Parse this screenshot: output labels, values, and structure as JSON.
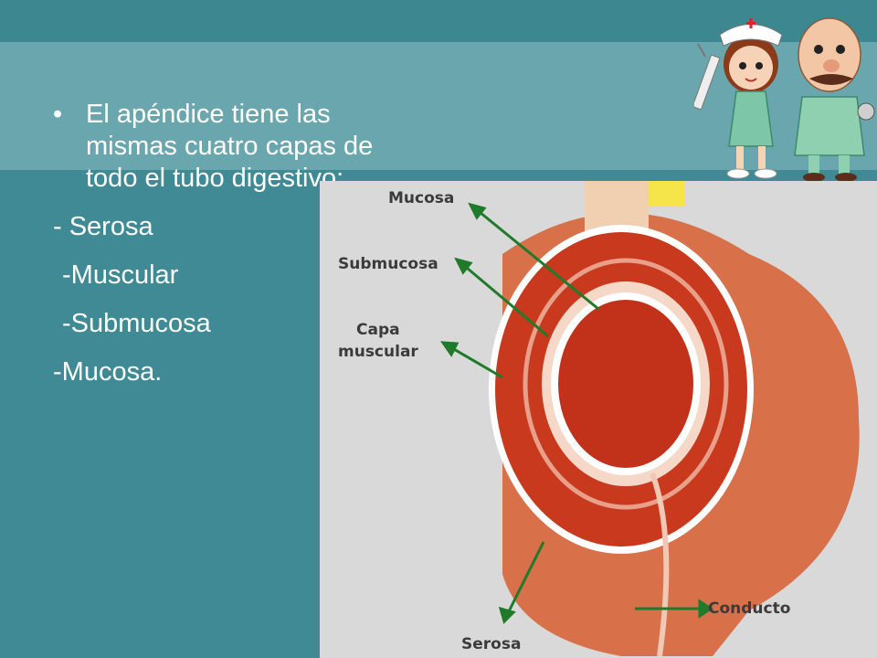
{
  "slide": {
    "bullet": "El apéndice tiene las mismas cuatro capas de todo el tubo digestivo:",
    "layers": [
      "- Serosa",
      "-Muscular",
      "-Submucosa",
      "-Mucosa."
    ]
  },
  "diagram": {
    "labels": {
      "mucosa": "Mucosa",
      "submucosa": "Submucosa",
      "capa_line1": "Capa",
      "capa_line2": "muscular",
      "conducto": "Conducto",
      "serosa": "Serosa"
    }
  },
  "colors": {
    "background": "#3f8a94",
    "band": "#6aa6ad",
    "arrow": "#1f7a2a",
    "tissue": "#c8391e"
  },
  "icons": [
    "nurse-cartoon",
    "doctor-cartoon"
  ]
}
